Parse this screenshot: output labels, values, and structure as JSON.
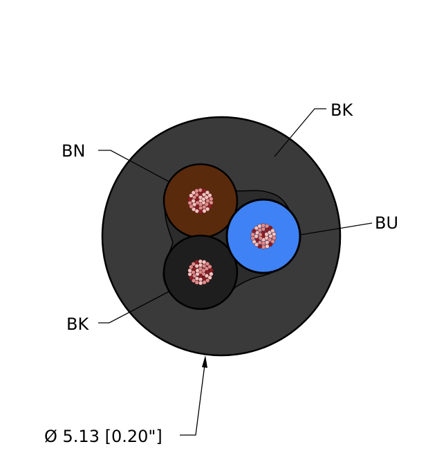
{
  "labels": {
    "jacket": "BK",
    "conductor_brown": "BN",
    "conductor_blue": "BU",
    "conductor_black": "BK",
    "diameter": "Ø 5.13 [0.20\"]"
  },
  "colors": {
    "jacket": "#3a3a3a",
    "filler": "#2c2c2c",
    "brown_insulation": "#5a2a0c",
    "blue_insulation": "#3f82f5",
    "black_insulation": "#1e1e1e",
    "strand_light": "#f3c2bf",
    "strand_mid": "#de8b8b",
    "strand_dark": "#8d1d24"
  }
}
